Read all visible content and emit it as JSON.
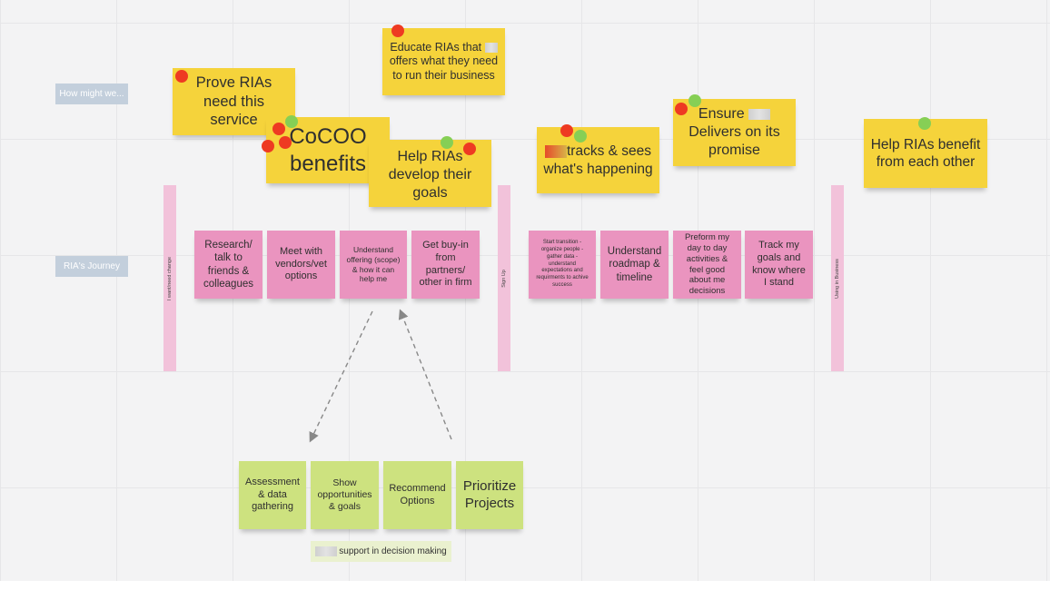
{
  "board": {
    "row_labels": {
      "how_might_we": "How might we...",
      "journey": "RIA's Journey"
    },
    "stage_bars": {
      "want_change": "I want/need change",
      "sign_up": "Sign Up",
      "using_business": "Using in Business"
    },
    "yellow_notes": {
      "educate": "Educate RIAs that offers what they need to run their business",
      "educate_pre": "Educate RIAs that",
      "educate_post": "offers what they need to run their business",
      "prove": "Prove RIAs need this service",
      "cocoo": "CoCOO benefits",
      "develop_goals": "Help RIAs develop their goals",
      "tracks": "tracks & sees what's happening",
      "ensure": "Ensure Delivers on its promise",
      "ensure_pre": "Ensure",
      "ensure_post": "Delivers on its promise",
      "benefit": "Help RIAs benefit from each other"
    },
    "pink_notes": {
      "research": "Research/ talk to friends & colleagues",
      "meet": "Meet with vendors/vet options",
      "understand_offering": "Understand offering (scope) & how it can help me",
      "buy_in": "Get buy-in from partners/ other in firm",
      "start_transition": "Start transition - organize people - gather data -understand expectations and requirments to achive success",
      "roadmap": "Understand roadmap & timeline",
      "preform": "Preform my day to day activities & feel good about me decisions",
      "track_goals": "Track my goals and know where I stand"
    },
    "green_notes": {
      "assessment": "Assessment & data gathering",
      "opportunities": "Show opportunities & goals",
      "recommend": "Recommend Options",
      "prioritize": "Prioritize Projects"
    },
    "support_note": "support in decision making"
  },
  "colors": {
    "yellow": "#f5d33b",
    "pink": "#ea94bf",
    "green": "#cde27f",
    "vote_red": "#ee3a22",
    "vote_green": "#86cf55",
    "tag": "#c3cfdc"
  }
}
